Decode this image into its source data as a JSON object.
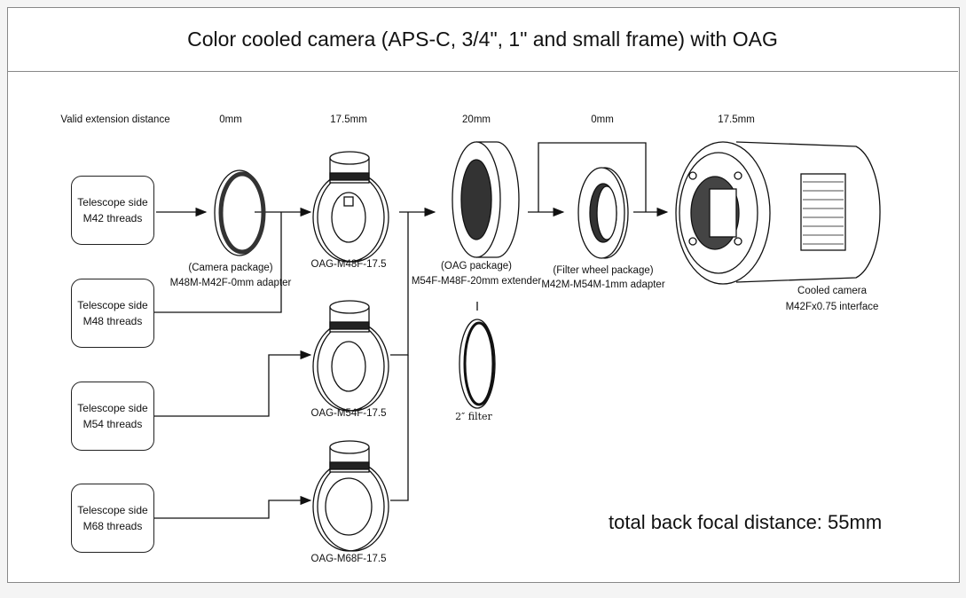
{
  "title": "Color cooled camera (APS-C, 3/4\", 1\" and small frame) with OAG",
  "distance_row": {
    "label": "Valid extension distance",
    "values": [
      "0mm",
      "17.5mm",
      "20mm",
      "0mm",
      "17.5mm"
    ]
  },
  "telescope_boxes": [
    {
      "line1": "Telescope side",
      "line2": "M42 threads"
    },
    {
      "line1": "Telescope side",
      "line2": "M48 threads"
    },
    {
      "line1": "Telescope side",
      "line2": "M54 threads"
    },
    {
      "line1": "Telescope side",
      "line2": "M68 threads"
    }
  ],
  "components": {
    "adapter": {
      "line1": "(Camera package)",
      "line2": "M48M-M42F-0mm adapter"
    },
    "oag": [
      "OAG-M48F-17.5",
      "OAG-M54F-17.5",
      "OAG-M68F-17.5"
    ],
    "extender": {
      "line1": "(OAG package)",
      "line2": "M54F-M48F-20mm extender"
    },
    "filter": "2″ filter",
    "filter_wheel_adapter": {
      "line1": "(Filter wheel package)",
      "line2": "M42M-M54M-1mm adapter"
    },
    "camera": {
      "line1": "Cooled camera",
      "line2": "M42Fx0.75 interface"
    }
  },
  "total": "total back focal distance: 55mm"
}
